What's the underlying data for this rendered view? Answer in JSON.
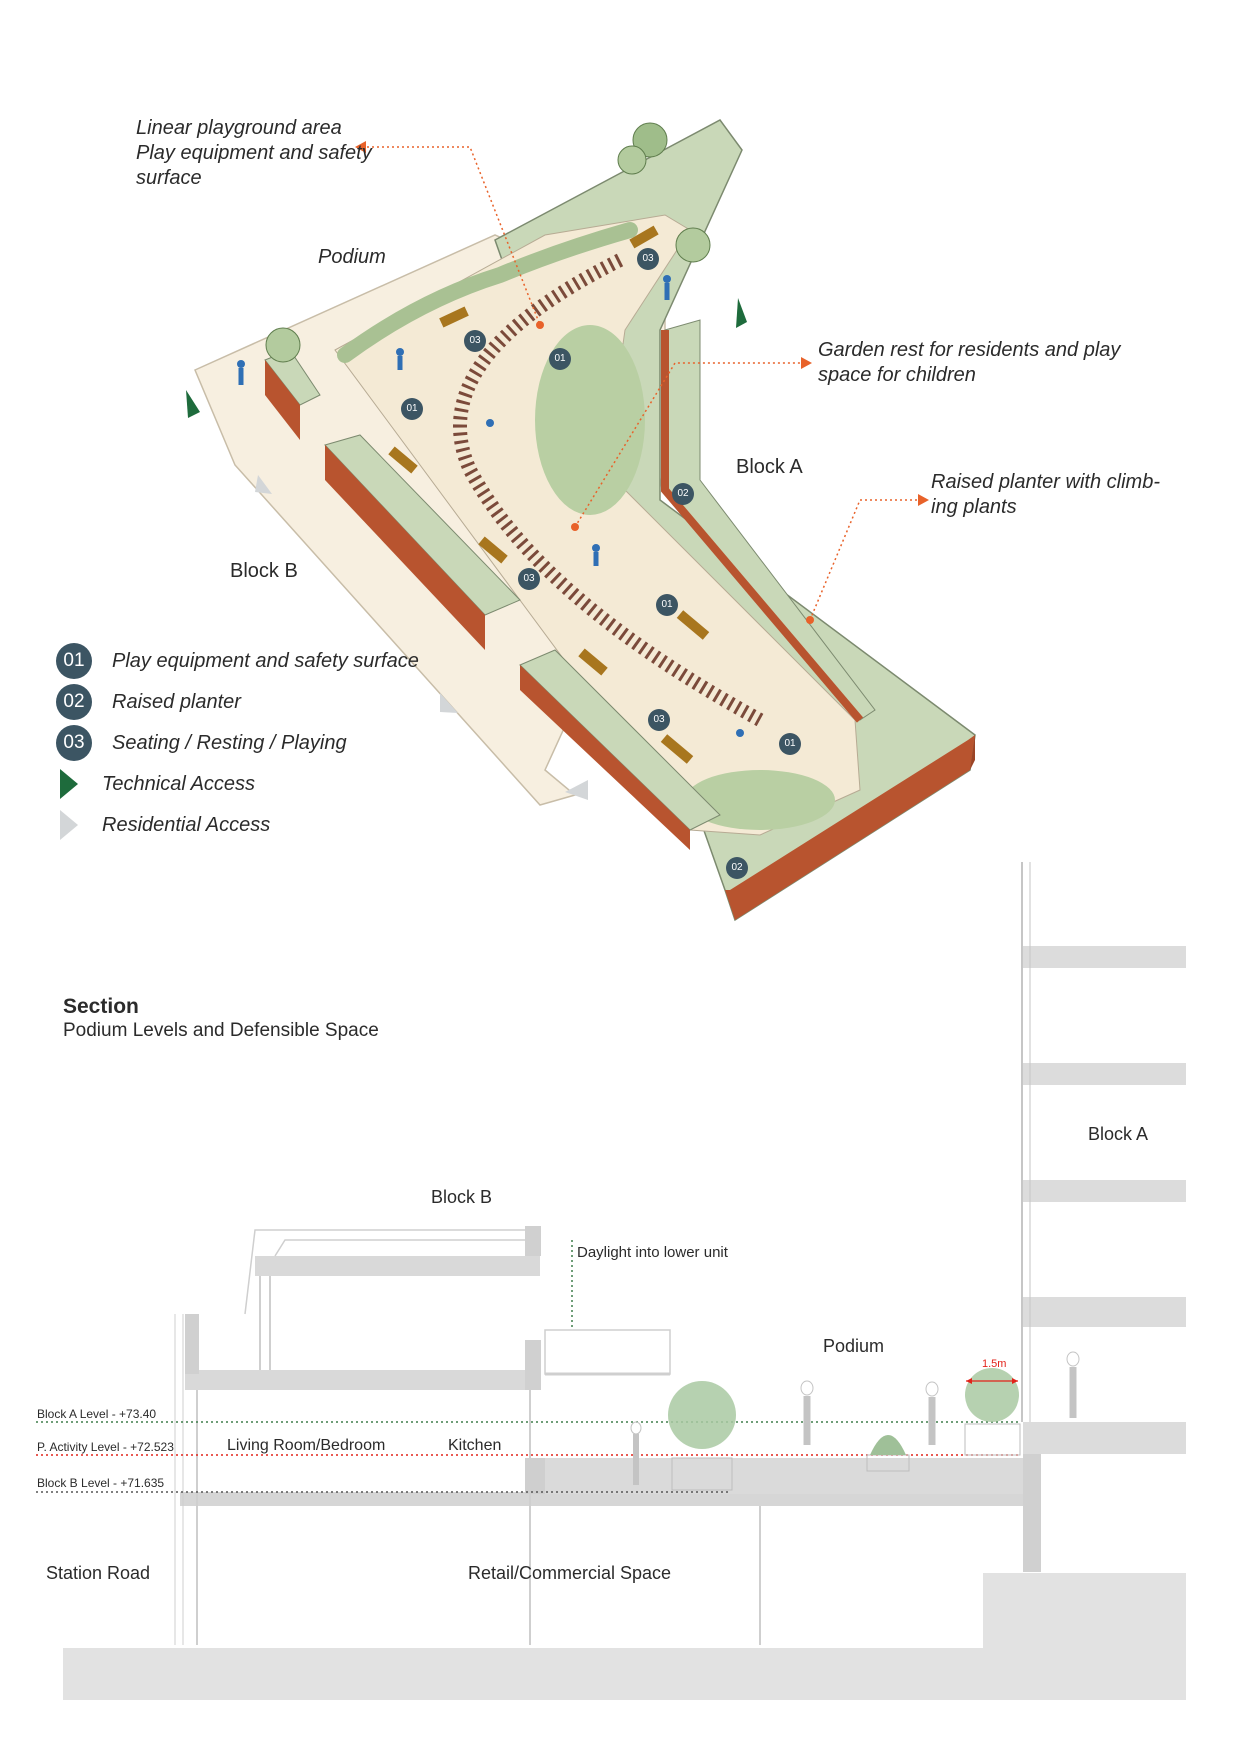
{
  "plan": {
    "label_podium": "Podium",
    "label_block_a": "Block A",
    "label_block_b": "Block B",
    "callout_playground": [
      "Linear playground area",
      "Play equipment and safety",
      "surface"
    ],
    "callout_garden": [
      "Garden rest for residents and play",
      "space for children"
    ],
    "callout_planter": [
      "Raised planter with climb-",
      "ing plants"
    ],
    "markers": [
      "01",
      "02",
      "03"
    ]
  },
  "legend": [
    {
      "badge": "01",
      "text": "Play equipment and safety surface"
    },
    {
      "badge": "02",
      "text": "Raised planter"
    },
    {
      "badge": "03",
      "text": "Seating / Resting / Playing"
    },
    {
      "text": "Technical Access",
      "color": "#1e6b3c"
    },
    {
      "text": "Residential Access",
      "color": "#d3d6d8"
    }
  ],
  "section": {
    "title": "Section",
    "subtitle": "Podium Levels and Defensible Space",
    "block_b": "Block B",
    "block_a": "Block A",
    "podium": "Podium",
    "daylight": "Daylight into lower unit",
    "living": "Living Room/Bedroom",
    "kitchen": "Kitchen",
    "station_road": "Station Road",
    "retail": "Retail/Commercial Space",
    "dim": "1.5m",
    "levels": [
      {
        "text": "Block A Level - +73.40",
        "color": "#3f7d4a"
      },
      {
        "text": "P. Activity Level - +72.523",
        "color": "#e2231a"
      },
      {
        "text": "Block B Level - +71.635",
        "color": "#555555"
      }
    ]
  },
  "colors": {
    "planter_wall": "#b8542f",
    "planter_green": "#c9d8b8",
    "surface": "#f4ead5",
    "podium_deck": "#f7efe0",
    "bench": "#a8761e",
    "figure": "#2f6fb5",
    "callout": "#e8622a",
    "badge": "#3c5563"
  }
}
